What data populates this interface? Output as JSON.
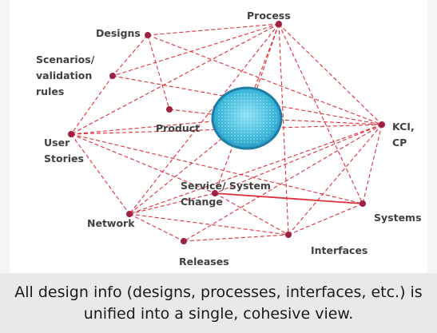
{
  "colors": {
    "edge": "#e0303a",
    "node": "#9b2145",
    "hub_fill": "#39b6d8",
    "hub_stroke": "#1e7ea8",
    "label": "#404040",
    "caption_bg": "#e9e9e9"
  },
  "diagram": {
    "nodes": [
      {
        "id": "process",
        "label": [
          "Process"
        ]
      },
      {
        "id": "designs",
        "label": [
          "Designs"
        ]
      },
      {
        "id": "scenarios",
        "label": [
          "Scenarios/",
          "validation",
          "rules"
        ]
      },
      {
        "id": "product",
        "label": [
          "Product"
        ]
      },
      {
        "id": "user_stories",
        "label": [
          "User",
          "Stories"
        ]
      },
      {
        "id": "kci_cp",
        "label": [
          "KCI,",
          "CP"
        ]
      },
      {
        "id": "service_change",
        "label": [
          "Service/ System",
          "Change"
        ]
      },
      {
        "id": "network",
        "label": [
          "Network"
        ]
      },
      {
        "id": "systems",
        "label": [
          "Systems"
        ]
      },
      {
        "id": "releases",
        "label": [
          "Releases"
        ]
      },
      {
        "id": "interfaces",
        "label": [
          "Interfaces"
        ]
      }
    ]
  },
  "caption": "All design info (designs, processes, interfaces, etc.) is unified into a single, cohesive view."
}
